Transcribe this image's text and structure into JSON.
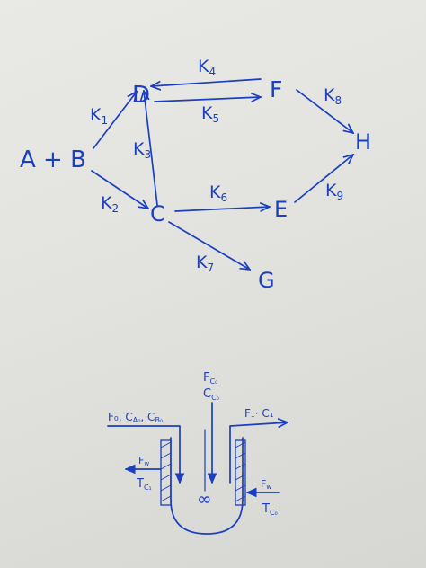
{
  "reaction_network": {
    "species": {
      "reactants": "A + B",
      "D": "D",
      "C": "C",
      "F": "F",
      "E": "E",
      "G": "G",
      "H": "H"
    },
    "rate_constants": {
      "k1": "K",
      "k1_sub": "1",
      "k2": "K",
      "k2_sub": "2",
      "k3": "K",
      "k3_sub": "3",
      "k4": "K",
      "k4_sub": "4",
      "k5": "K",
      "k5_sub": "5",
      "k6": "K",
      "k6_sub": "6",
      "k7": "K",
      "k7_sub": "7",
      "k8": "K",
      "k8_sub": "8",
      "k9": "K",
      "k9_sub": "9"
    }
  },
  "reactor_sketch": {
    "feed_in": "F₀, C",
    "feed_in_sub1": "A₀",
    "feed_in_sep": ", C",
    "feed_in_sub2": "B₀",
    "feed_c_top": "F",
    "feed_c_top_sub": "C₀",
    "feed_c_bottom": "C",
    "feed_c_bottom_sub": "C₀",
    "outlet": "F₁· C₁",
    "coolant_out_f": "F",
    "coolant_out_f_sub": "w",
    "coolant_out_t": "T",
    "coolant_out_t_sub": "C₁",
    "coolant_in_f": "F",
    "coolant_in_f_sub": "w",
    "coolant_in_t": "T",
    "coolant_in_t_sub": "C₀",
    "stirrer_symbol": "∞"
  },
  "colors": {
    "ink": "#1b3fbf",
    "paper": "#e6e6e2"
  }
}
